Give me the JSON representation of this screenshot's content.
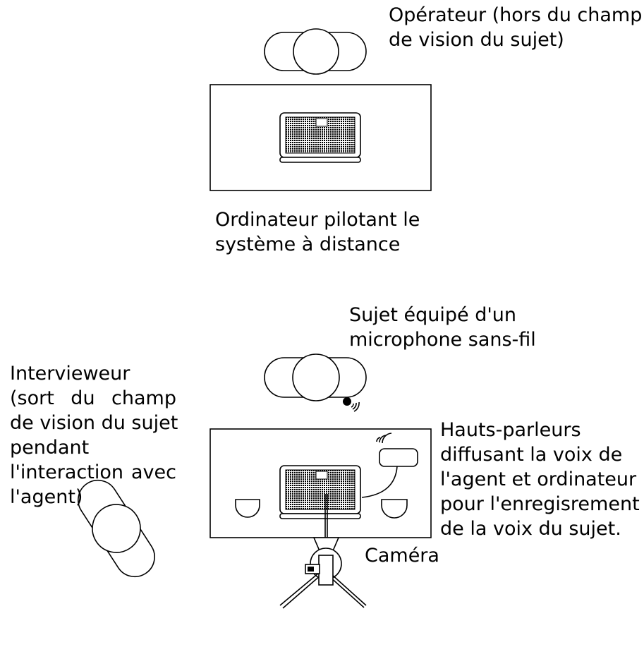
{
  "labels": {
    "operator": [
      "Opérateur (hors du champ",
      "de vision du sujet)"
    ],
    "computer": [
      "Ordinateur pilotant le",
      "système à distance"
    ],
    "subject": [
      "Sujet équipé d'un",
      "microphone sans-fil"
    ],
    "interviewer": [
      "Intervieweur",
      "(sort du champ",
      "de vision du sujet",
      "pendant",
      "l'interaction avec",
      "l'agent)"
    ],
    "speakers": [
      "Hauts-parleurs",
      "diffusant la voix de",
      "l'agent et ordinateur",
      "pour l'enregisrement",
      "de la voix du sujet."
    ],
    "camera": "Caméra"
  }
}
